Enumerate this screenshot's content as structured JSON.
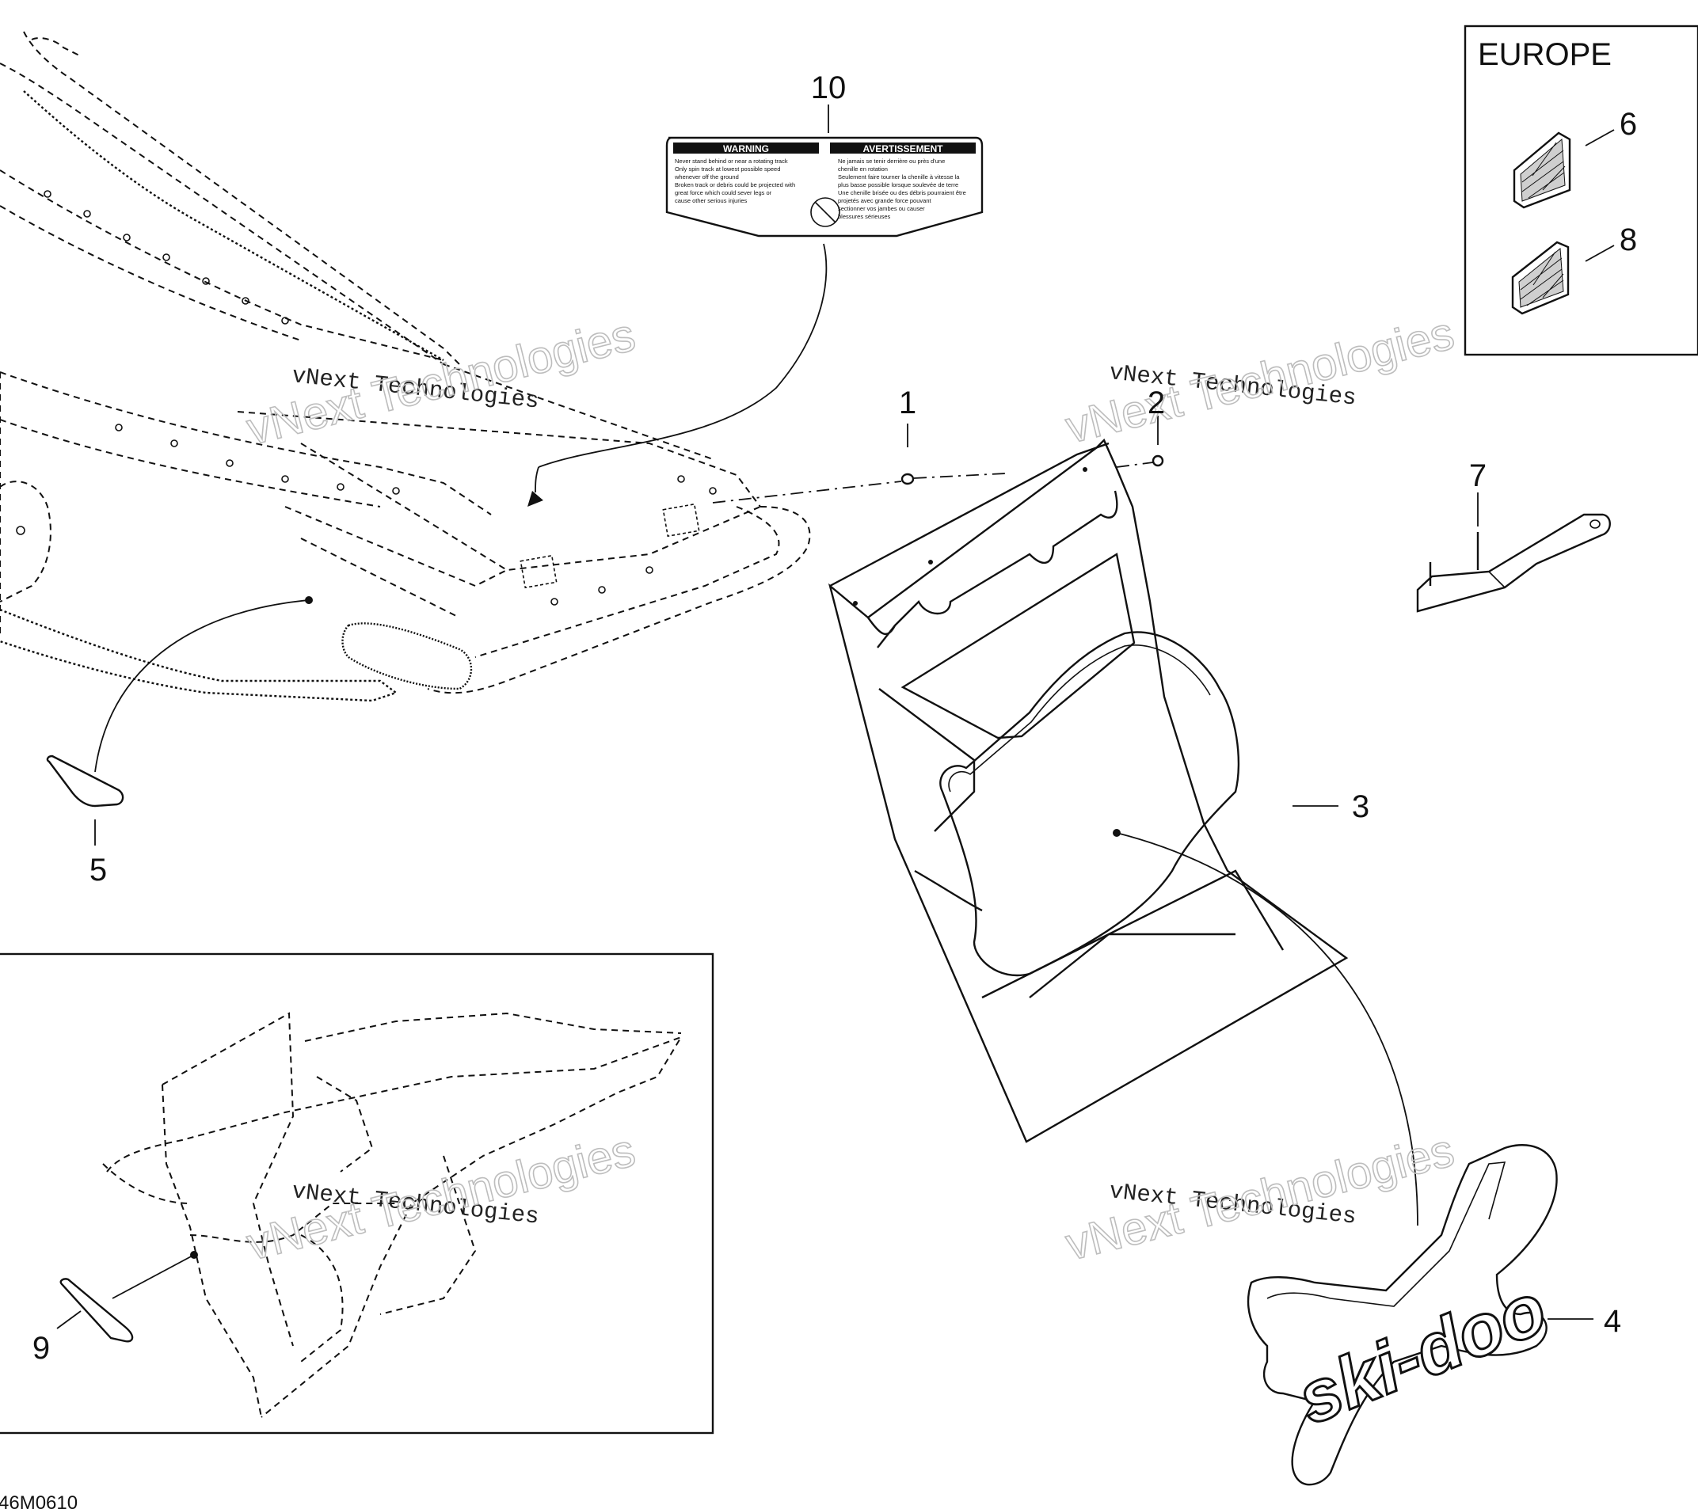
{
  "diagram": {
    "callouts": [
      {
        "id": "1",
        "label": "1"
      },
      {
        "id": "2",
        "label": "2"
      },
      {
        "id": "3",
        "label": "3"
      },
      {
        "id": "4",
        "label": "4"
      },
      {
        "id": "5",
        "label": "5"
      },
      {
        "id": "6",
        "label": "6"
      },
      {
        "id": "7",
        "label": "7"
      },
      {
        "id": "8",
        "label": "8"
      },
      {
        "id": "9",
        "label": "9"
      },
      {
        "id": "10",
        "label": "10"
      }
    ],
    "europe_box_title": "EUROPE",
    "figure_code": "46M0610",
    "watermarks": [
      {
        "line1": "vNext Technologies",
        "line2": "vNext Technologies"
      },
      {
        "line1": "vNext Technologies",
        "line2": "vNext Technologies"
      },
      {
        "line1": "vNext Technologies",
        "line2": "vNext Technologies"
      },
      {
        "line1": "vNext Technologies",
        "line2": "vNext Technologies"
      }
    ],
    "warning_label": {
      "left_header": "WARNING",
      "right_header": "AVERTISSEMENT",
      "left_lines": [
        "Never stand behind or near a rotating track",
        "Only spin track at lowest possible speed",
        "whenever off the ground",
        "Broken track or debris could be projected with",
        "great force which could sever legs or",
        "cause other serious injuries"
      ],
      "right_lines": [
        "Ne jamais se tenir derrière ou près d'une",
        "chenille en rotation",
        "Seulement faire tourner la chenille à vitesse la",
        "plus basse possible lorsque soulevée de terre",
        "Une chenille brisée ou des débris pourraient être",
        "projetés avec grande force pouvant",
        "sectionner vos jambes ou causer",
        "blessures sérieuses"
      ]
    },
    "logo_text": "ski-doo"
  }
}
